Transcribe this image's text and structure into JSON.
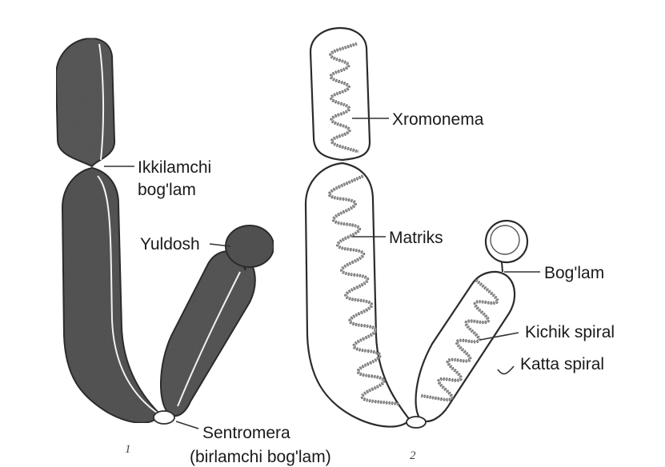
{
  "labels": {
    "secondary_constriction": [
      "Ikkilamchi",
      "bog'lam"
    ],
    "satellite": "Yuldosh",
    "centromere": [
      "Sentromera",
      "(birlamchi bog'lam)"
    ],
    "chromonema": "Xromonema",
    "matrix": "Matriks",
    "constriction": "Bog'lam",
    "small_spiral": "Kichik spiral",
    "large_spiral": "Katta spiral"
  },
  "figure_numbers": [
    "1",
    "2"
  ],
  "colors": {
    "stain": "#5a5a5a",
    "ink": "#2b2b2b",
    "background": "#ffffff"
  }
}
